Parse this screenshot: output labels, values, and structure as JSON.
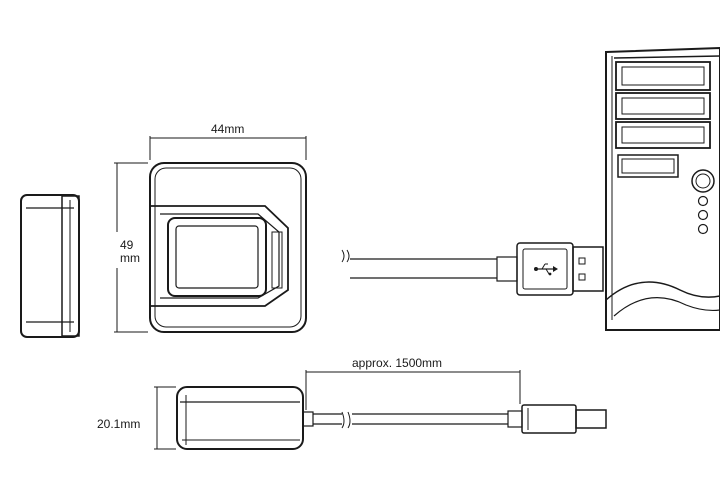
{
  "dimensions": {
    "width": "44mm",
    "height_value": "49",
    "height_unit": "mm",
    "thickness": "20.1mm",
    "cable_length": "approx.  1500mm"
  },
  "symbols": {
    "usb": "usb-icon"
  }
}
